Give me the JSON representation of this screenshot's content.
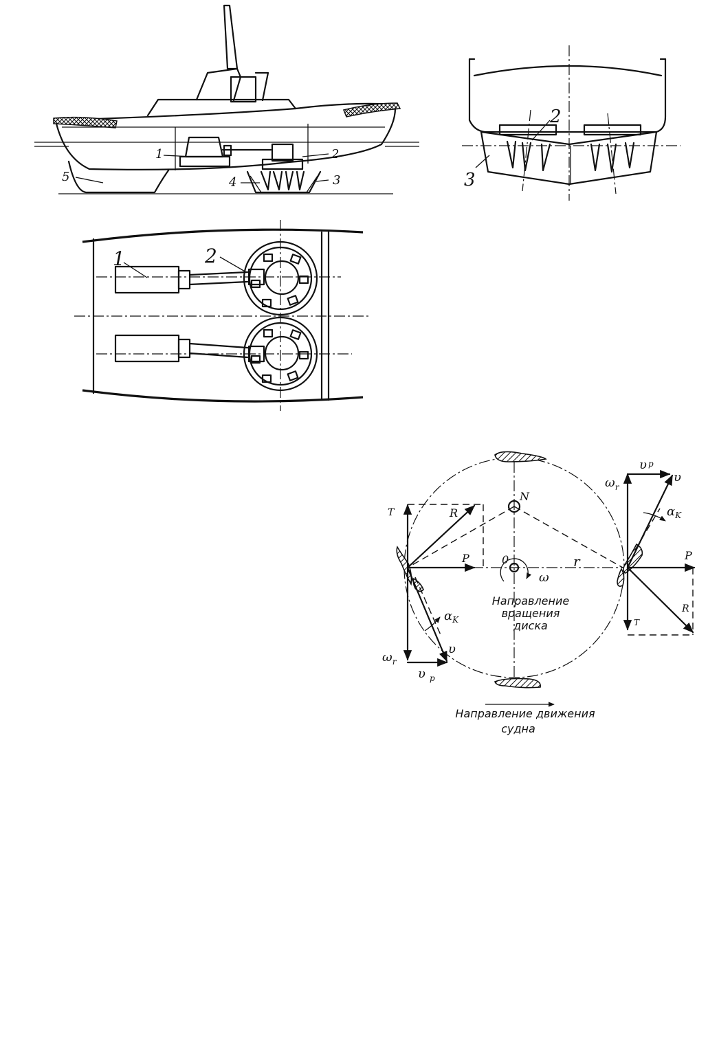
{
  "side_view": {
    "labels": [
      "1",
      "2",
      "3",
      "4",
      "5"
    ]
  },
  "cross_section": {
    "labels": [
      "2",
      "3"
    ]
  },
  "plan_view": {
    "labels": [
      "1",
      "2"
    ]
  },
  "force_diagram": {
    "labels": {
      "N": "N",
      "O": "0",
      "omega": "ω",
      "r": "r",
      "T_left": "T",
      "R_left": "R",
      "P_left": "P",
      "alpha_left": "α",
      "alpha_left_sub": "K",
      "v_left": "υ",
      "omega_r_left": "ω",
      "omega_r_left_sub": "r",
      "v_p_left": "υ",
      "v_p_left_sub": "p",
      "omega_r_right": "ω",
      "omega_r_right_sub": "r",
      "v_p_right": "υ",
      "v_p_right_sub": "p",
      "v_right": "υ",
      "alpha_right": "α",
      "alpha_right_sub": "K",
      "P_right": "P",
      "R_right": "R",
      "T_right": "T"
    },
    "rotation_caption": [
      "Направление",
      "вращения",
      "диска"
    ],
    "motion_caption": [
      "Направление  движения",
      "судна"
    ]
  }
}
